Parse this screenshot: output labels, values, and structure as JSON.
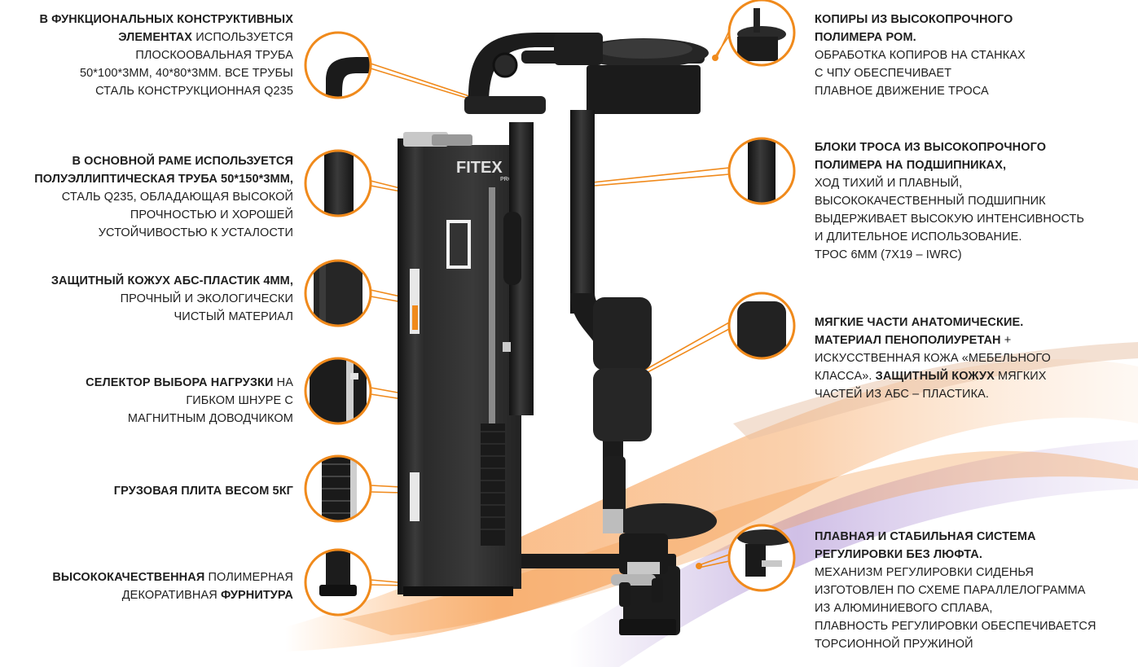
{
  "brand": {
    "logo_text": "FITEX",
    "logo_sub": "PRO"
  },
  "colors": {
    "accent": "#f08a1c",
    "frame": "#1b1b1b",
    "text": "#1e1e1e",
    "wave_orange": "#f4a460",
    "wave_purple": "#b79bd6"
  },
  "callouts": {
    "frame_tube": {
      "lines": [
        [
          {
            "t": "В ФУНКЦИОНАЛЬНЫХ КОНСТРУКТИВНЫХ",
            "b": true
          }
        ],
        [
          {
            "t": "ЭЛЕМЕНТАХ",
            "b": true
          },
          {
            "t": " ИСПОЛЬЗУЕТСЯ",
            "b": false
          }
        ],
        [
          {
            "t": "ПЛОСКООВАЛЬНАЯ ТРУБА",
            "b": false
          }
        ],
        [
          {
            "t": "50*100*3ММ, 40*80*3ММ. ВСЕ ТРУБЫ",
            "b": false
          }
        ],
        [
          {
            "t": "СТАЛЬ КОНСТРУКЦИОННАЯ Q235",
            "b": false
          }
        ]
      ]
    },
    "main_frame": {
      "lines": [
        [
          {
            "t": "В ОСНОВНОЙ РАМЕ ИСПОЛЬЗУЕТСЯ",
            "b": true
          }
        ],
        [
          {
            "t": "ПОЛУЭЛЛИПТИЧЕСКАЯ ТРУБА 50*150*3ММ,",
            "b": true
          }
        ],
        [
          {
            "t": "СТАЛЬ Q235, ОБЛАДАЮЩАЯ ВЫСОКОЙ",
            "b": false
          }
        ],
        [
          {
            "t": "ПРОЧНОСТЬЮ И ХОРОШЕЙ",
            "b": false
          }
        ],
        [
          {
            "t": "УСТОЙЧИВОСТЬЮ К УСТАЛОСТИ",
            "b": false
          }
        ]
      ]
    },
    "shroud": {
      "lines": [
        [
          {
            "t": "ЗАЩИТНЫЙ КОЖУХ АБС-ПЛАСТИК 4ММ,",
            "b": true
          }
        ],
        [
          {
            "t": "ПРОЧНЫЙ И ЭКОЛОГИЧЕСКИ",
            "b": false
          }
        ],
        [
          {
            "t": "ЧИСТЫЙ МАТЕРИАЛ",
            "b": false
          }
        ]
      ]
    },
    "selector": {
      "lines": [
        [
          {
            "t": "СЕЛЕКТОР ВЫБОРА НАГРУЗКИ",
            "b": true
          },
          {
            "t": " НА",
            "b": false
          }
        ],
        [
          {
            "t": "ГИБКОМ ШНУРЕ С",
            "b": false
          }
        ],
        [
          {
            "t": "МАГНИТНЫМ ДОВОДЧИКОМ",
            "b": false
          }
        ]
      ]
    },
    "weight_plate": {
      "lines": [
        [
          {
            "t": "ГРУЗОВАЯ ПЛИТА ВЕСОМ 5КГ",
            "b": true
          }
        ]
      ]
    },
    "fittings": {
      "lines": [
        [
          {
            "t": "ВЫСОКОКАЧЕСТВЕННАЯ",
            "b": true
          },
          {
            "t": " ПОЛИМЕРНАЯ",
            "b": false
          }
        ],
        [
          {
            "t": "ДЕКОРАТИВНАЯ ",
            "b": false
          },
          {
            "t": "ФУРНИТУРА",
            "b": true
          }
        ]
      ]
    },
    "cams": {
      "lines": [
        [
          {
            "t": "КОПИРЫ ИЗ ВЫСОКОПРОЧНОГО",
            "b": true
          }
        ],
        [
          {
            "t": "ПОЛИМЕРА РОМ.",
            "b": true
          }
        ],
        [
          {
            "t": "ОБРАБОТКА КОПИРОВ НА СТАНКАХ",
            "b": false
          }
        ],
        [
          {
            "t": "С ЧПУ ОБЕСПЕЧИВАЕТ",
            "b": false
          }
        ],
        [
          {
            "t": "ПЛАВНОЕ ДВИЖЕНИЕ ТРОСА",
            "b": false
          }
        ]
      ]
    },
    "pulleys": {
      "lines": [
        [
          {
            "t": "БЛОКИ ТРОСА ИЗ ВЫСОКОПРОЧНОГО",
            "b": true
          }
        ],
        [
          {
            "t": "ПОЛИМЕРА НА ПОДШИПНИКАХ,",
            "b": true
          }
        ],
        [
          {
            "t": "ХОД ТИХИЙ И ПЛАВНЫЙ,",
            "b": false
          }
        ],
        [
          {
            "t": "ВЫСОКОКАЧЕСТВЕННЫЙ ПОДШИПНИК",
            "b": false
          }
        ],
        [
          {
            "t": "ВЫДЕРЖИВАЕТ ВЫСОКУЮ ИНТЕНСИВНОСТЬ",
            "b": false
          }
        ],
        [
          {
            "t": "И ДЛИТЕЛЬНОЕ ИСПОЛЬЗОВАНИЕ.",
            "b": false
          }
        ],
        [
          {
            "t": "ТРОС 6ММ (7Х19 – IWRC)",
            "b": false
          }
        ]
      ]
    },
    "pads": {
      "lines": [
        [
          {
            "t": "МЯГКИЕ ЧАСТИ АНАТОМИЧЕСКИЕ.",
            "b": true
          }
        ],
        [
          {
            "t": "МАТЕРИАЛ ПЕНОПОЛИУРЕТАН",
            "b": true
          },
          {
            "t": " +",
            "b": false
          }
        ],
        [
          {
            "t": "ИСКУССТВЕННАЯ КОЖА «МЕБЕЛЬНОГО",
            "b": false
          }
        ],
        [
          {
            "t": "КЛАССА». ",
            "b": false
          },
          {
            "t": "ЗАЩИТНЫЙ КОЖУХ",
            "b": true
          },
          {
            "t": " МЯГКИХ",
            "b": false
          }
        ],
        [
          {
            "t": "ЧАСТЕЙ ИЗ АБС – ПЛАСТИКА.",
            "b": false
          }
        ]
      ]
    },
    "seat_adjust": {
      "lines": [
        [
          {
            "t": "ПЛАВНАЯ И СТАБИЛЬНАЯ СИСТЕМА",
            "b": true
          }
        ],
        [
          {
            "t": "РЕГУЛИРОВКИ БЕЗ ЛЮФТА.",
            "b": true
          }
        ],
        [
          {
            "t": "МЕХАНИЗМ РЕГУЛИРОВКИ СИДЕНЬЯ",
            "b": false
          }
        ],
        [
          {
            "t": "ИЗГОТОВЛЕН ПО СХЕМЕ ПАРАЛЛЕЛОГРАММА",
            "b": false
          }
        ],
        [
          {
            "t": "ИЗ АЛЮМИНИЕВОГО СПЛАВА,",
            "b": false
          }
        ],
        [
          {
            "t": "ПЛАВНОСТЬ РЕГУЛИРОВКИ ОБЕСПЕЧИВАЕТСЯ",
            "b": false
          }
        ],
        [
          {
            "t": "ТОРСИОННОЙ ПРУЖИНОЙ",
            "b": false
          }
        ]
      ]
    }
  }
}
